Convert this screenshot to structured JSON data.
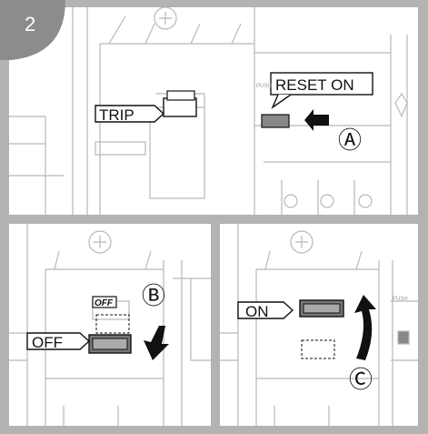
{
  "step_number": "2",
  "colors": {
    "frame_gray": "#b3b3b3",
    "badge_gray": "#8c8c8c",
    "line_gray": "#b8b8b8",
    "ink": "#111111",
    "lever_gray": "#777777"
  },
  "panels": {
    "top": {
      "trip_label": "TRIP",
      "reset_label": "RESET ON",
      "push_label": "PUSH",
      "callout": "Ⓐ"
    },
    "bottom_left": {
      "off_label": "OFF",
      "off_mark": "OFF",
      "callout": "Ⓑ"
    },
    "bottom_right": {
      "on_label": "ON",
      "push_label": "PUSH",
      "callout": "Ⓒ"
    }
  }
}
